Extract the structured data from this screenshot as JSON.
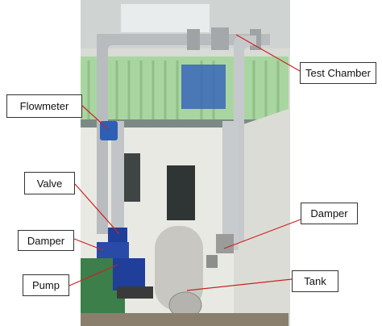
{
  "figure": {
    "labels": {
      "test_chamber": "Test Chamber",
      "flowmeter": "Flowmeter",
      "valve": "Valve",
      "damper_left": "Damper",
      "pump": "Pump",
      "damper_right": "Damper",
      "tank": "Tank"
    },
    "colors": {
      "pipe": "#b9bcbf",
      "railing": "#a9d6a0",
      "wall": "#e9e9e4",
      "pump_blue": "#1f3f9a",
      "label_border": "#333333",
      "leader_line": "#cc2222"
    }
  }
}
